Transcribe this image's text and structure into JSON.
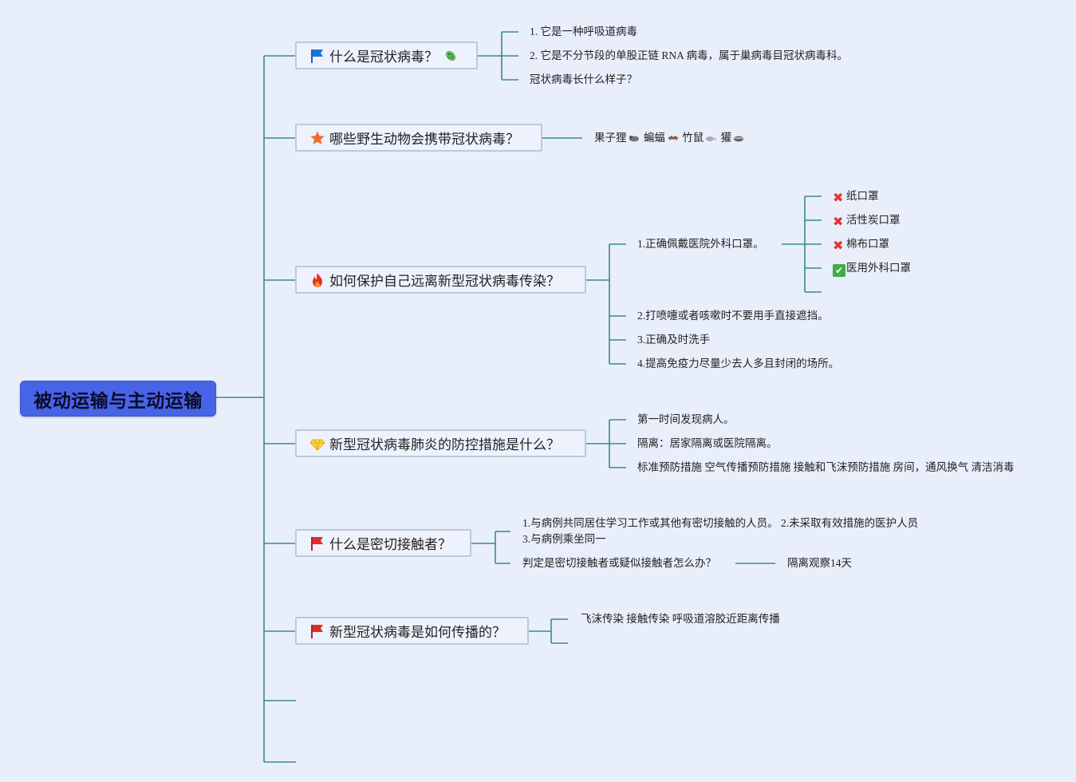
{
  "root": {
    "label": "被动运输与主动运输"
  },
  "topics": {
    "t1": {
      "label": "什么是冠状病毒？",
      "icon": "blue-flag-icon",
      "icon_after": "virus-icon",
      "children": [
        "1. 它是一种呼吸道病毒",
        "2. 它是不分节段的单股正链 RNA 病毒，属于巢病毒目冠状病毒科。",
        "冠状病毒长什么样子？"
      ]
    },
    "t2": {
      "label": "哪些野生动物会携带冠状病毒？",
      "icon": "star-icon",
      "animals": [
        "果子狸",
        "蝙蝠",
        "竹鼠",
        "獾"
      ],
      "animal_icons": [
        "civet-icon",
        "bat-icon",
        "rat-icon",
        "badger-icon"
      ]
    },
    "t3": {
      "label": "如何保护自己远离新型冠状病毒传染？",
      "icon": "fire-icon",
      "children": [
        "1.正确佩戴医院外科口罩。",
        "2.打喷嚏或者咳嗽时不要用手直接遮挡。",
        "3.正确及时洗手",
        "4.提高免疫力尽量少去人多且封闭的场所。"
      ],
      "masks": [
        {
          "label": "纸口罩",
          "mark": "cross-mark-icon"
        },
        {
          "label": "活性炭口罩",
          "mark": "cross-mark-icon"
        },
        {
          "label": "棉布口罩",
          "mark": "cross-mark-icon"
        },
        {
          "label": "医用外科口罩",
          "mark": "check-mark-icon"
        }
      ]
    },
    "t4": {
      "label": "新型冠状病毒肺炎的防控措施是什么？",
      "icon": "gem-icon",
      "children": [
        "第一时间发现病人。",
        "隔离：居家隔离或医院隔离。",
        "标准预防措施 空气传播预防措施 接触和飞沫预防措施 房间，通风换气 清洁消毒"
      ]
    },
    "t5": {
      "label": "什么是密切接触者？",
      "icon": "red-flag-icon",
      "children": [
        "1.与病例共同居住学习工作或其他有密切接触的人员。 2.未采取有效措施的医护人员 3.与病例乘坐同一",
        "判定是密切接触者或疑似接触者怎么办？"
      ],
      "grandchild": "隔离观察14天"
    },
    "t6": {
      "label": "新型冠状病毒是如何传播的？",
      "icon": "red-flag-icon",
      "children": [
        "飞沫传染 接触传染 呼吸道溶胶近距离传播"
      ]
    }
  },
  "colors": {
    "line": "#3a8a8a",
    "root_fill": "#4763e6",
    "topic_border": "#b9cbd6",
    "background": "#e9eefb"
  }
}
